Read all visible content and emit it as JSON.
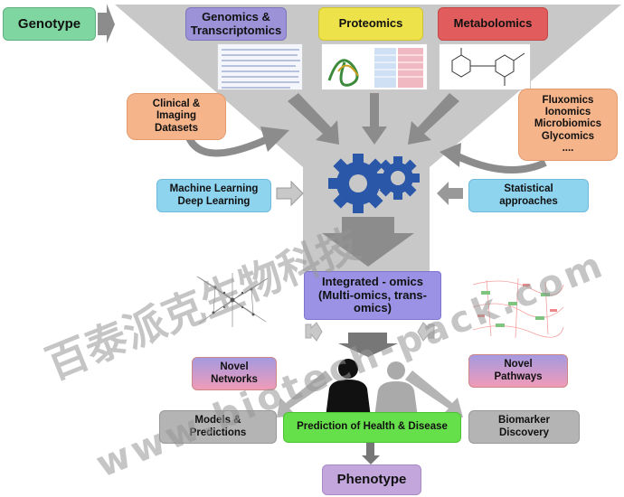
{
  "nodes": {
    "genotype": "Genotype",
    "genomics": "Genomics &\nTranscriptomics",
    "proteomics": "Proteomics",
    "metabolomics": "Metabolomics",
    "clinical": "Clinical &\nImaging\nDatasets",
    "other_omics": "Fluxomics\nIonomics\nMicrobiomics\nGlycomics\n....",
    "machine_learning": "Machine Learning\nDeep Learning",
    "statistical": "Statistical\napproaches",
    "integrated": "Integrated - omics\n(Multi-omics, trans-\nomics)",
    "novel_networks": "Novel\nNetworks",
    "novel_pathways": "Novel\nPathways",
    "models": "Models &\nPredictions",
    "prediction": "Prediction of Health & Disease",
    "biomarker": "Biomarker\nDiscovery",
    "phenotype": "Phenotype"
  },
  "watermark": {
    "chinese": "百泰派克生物科技",
    "url": "www.biotech-pack.com"
  },
  "colors": {
    "funnel": "#c8c8c8",
    "arrow": "#8c8c8c",
    "genotype": "#7fd6a0",
    "genomics": "#9b92d8",
    "proteomics": "#ede24a",
    "metabolomics": "#e15c5c",
    "clinical": "#f5b48a",
    "other_omics": "#f5b48a",
    "ml": "#8fd4ef",
    "statistical": "#8fd4ef",
    "integrated": "#9b92e6",
    "networks": "#f19bb8",
    "pathways": "#f19bb8",
    "grey_box": "#b4b4b4",
    "prediction": "#66e04a",
    "phenotype": "#c2a6dc",
    "gear": "#2a57a8"
  }
}
